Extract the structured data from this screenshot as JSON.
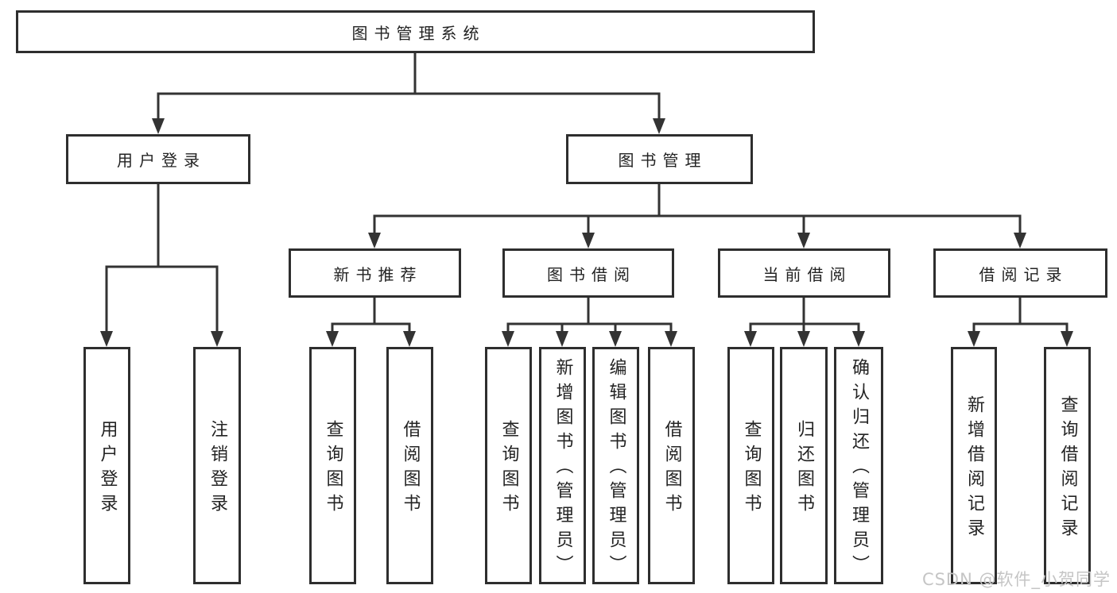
{
  "tree": {
    "label": "图书管理系统",
    "children": [
      {
        "label": "用户登录",
        "children": [
          {
            "label": "用户登录"
          },
          {
            "label": "注销登录"
          }
        ]
      },
      {
        "label": "图书管理",
        "children": [
          {
            "label": "新书推荐",
            "children": [
              {
                "label": "查询图书"
              },
              {
                "label": "借阅图书"
              }
            ]
          },
          {
            "label": "图书借阅",
            "children": [
              {
                "label": "查询图书"
              },
              {
                "label": "新增图书（管理员）"
              },
              {
                "label": "编辑图书（管理员）"
              },
              {
                "label": "借阅图书"
              }
            ]
          },
          {
            "label": "当前借阅",
            "children": [
              {
                "label": "查询图书"
              },
              {
                "label": "归还图书"
              },
              {
                "label": "确认归还（管理员）"
              }
            ]
          },
          {
            "label": "借阅记录",
            "children": [
              {
                "label": "新增借阅记录"
              },
              {
                "label": "查询借阅记录"
              }
            ]
          }
        ]
      }
    ]
  },
  "watermark": "CSDN @软件_小贺同学",
  "colors": {
    "line": "#333333",
    "box_border": "#2e2e2e",
    "text": "#232323",
    "watermark": "#c5c5c5",
    "background": "#ffffff"
  }
}
